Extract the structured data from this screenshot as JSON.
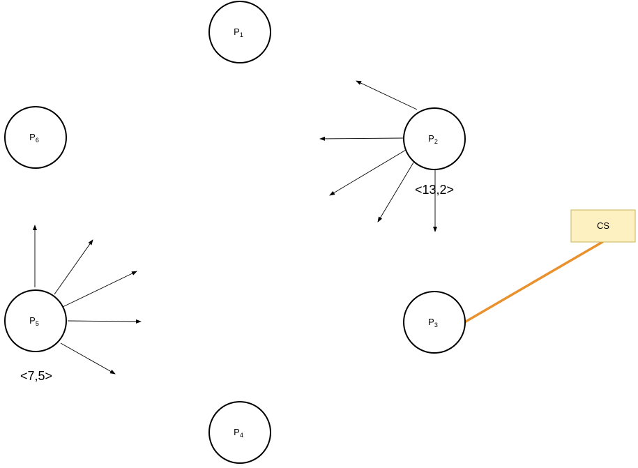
{
  "nodes": [
    {
      "letter": "P",
      "index": "1"
    },
    {
      "letter": "P",
      "index": "2"
    },
    {
      "letter": "P",
      "index": "3"
    },
    {
      "letter": "P",
      "index": "4"
    },
    {
      "letter": "P",
      "index": "5"
    },
    {
      "letter": "P",
      "index": "6"
    }
  ],
  "timestamps": {
    "p2": "<13,2>",
    "p5": "<7,5>"
  },
  "critical_section": {
    "label": "CS",
    "holder": "P3"
  },
  "messages": {
    "from_p2": 5,
    "from_p5": 5
  },
  "colors": {
    "cs_fill": "#fdf1c2",
    "cs_link": "#e8912d"
  }
}
